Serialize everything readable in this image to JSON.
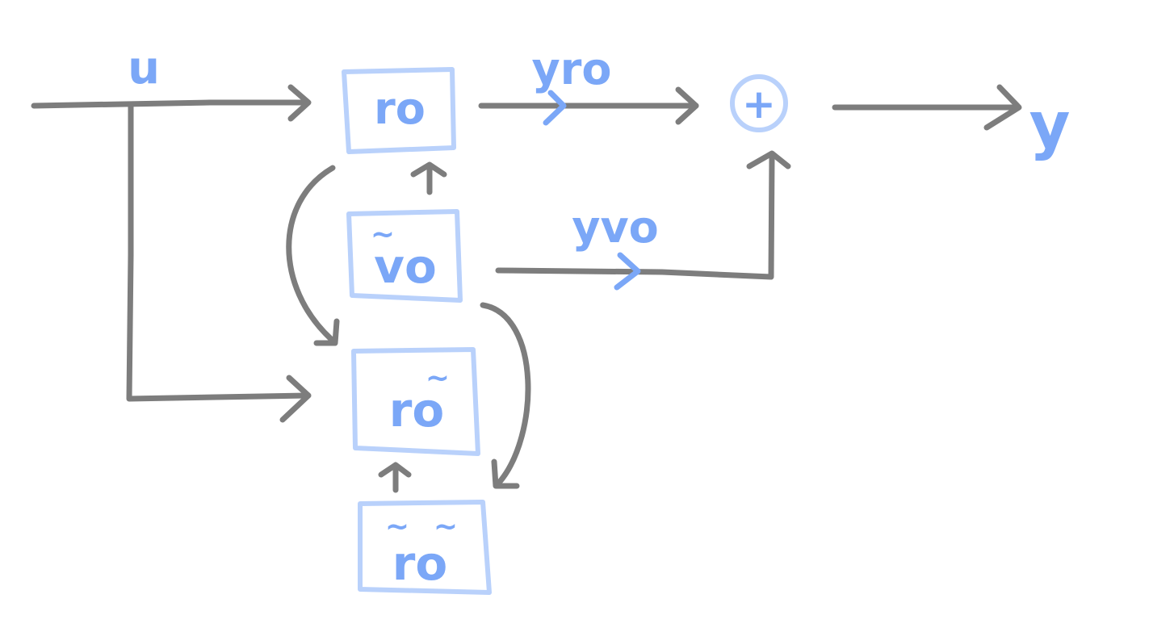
{
  "diagram": {
    "input_label": "u",
    "output_label": "y",
    "sum_symbol": "+",
    "blocks": {
      "ro": {
        "main": "ro",
        "accent_1": "",
        "accent_2": ""
      },
      "vo": {
        "main": "vo",
        "accent_1": "~",
        "accent_2": ""
      },
      "ro_tilde": {
        "main": "ro",
        "accent_1": "",
        "accent_2": "~"
      },
      "ro_double": {
        "main": "ro",
        "accent_1": "~",
        "accent_2": "~"
      }
    },
    "signals": {
      "y_ro": "yro",
      "y_vo": "yvo"
    }
  },
  "colors": {
    "wire": "#7d7d7d",
    "box_border": "#b9d1fb",
    "label": "#7ba7f7",
    "background": "#ffffff"
  }
}
